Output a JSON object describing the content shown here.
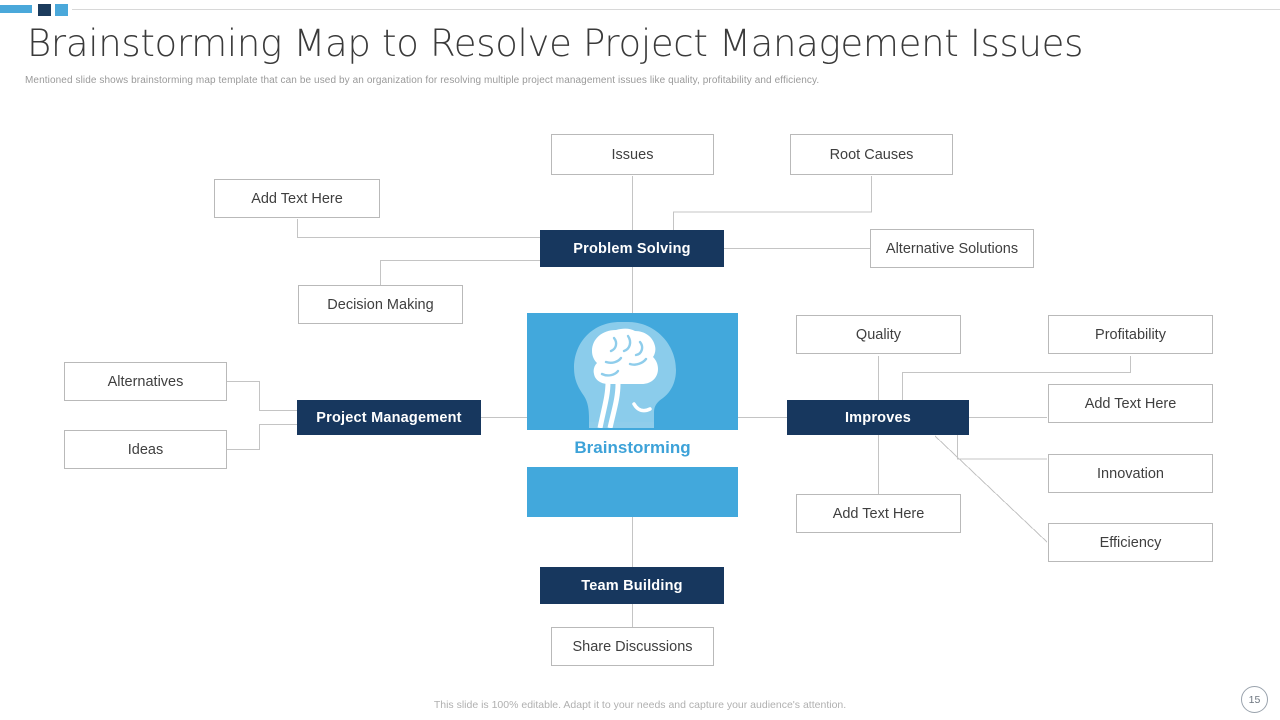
{
  "header": {
    "title": "Brainstorming Map to Resolve Project Management Issues",
    "subtitle": "Mentioned slide shows brainstorming map template that can be used by an organization for resolving multiple project management issues like quality, profitability and efficiency."
  },
  "center": {
    "label": "Brainstorming",
    "icon": "brain-head-icon"
  },
  "nodes": {
    "issues": "Issues",
    "root_causes": "Root Causes",
    "add_text_top_left": "Add Text Here",
    "problem_solving": "Problem Solving",
    "alternative_solutions": "Alternative Solutions",
    "decision_making": "Decision Making",
    "alternatives": "Alternatives",
    "ideas": "Ideas",
    "project_management": "Project Management",
    "quality": "Quality",
    "profitability": "Profitability",
    "improves": "Improves",
    "add_text_right": "Add Text Here",
    "innovation": "Innovation",
    "add_text_bottom": "Add Text Here",
    "efficiency": "Efficiency",
    "team_building": "Team Building",
    "share_discussions": "Share Discussions"
  },
  "footer": {
    "note": "This slide is 100% editable. Adapt it to your needs and capture your audience's attention.",
    "page_number": "15"
  },
  "colors": {
    "accent_blue": "#42a8dc",
    "navy": "#17375e",
    "border_gray": "#b9b9b9",
    "connector_gray": "#c4c4c4",
    "title_gray": "#3a3a3a",
    "subtitle_gray": "#9a9a9a"
  }
}
